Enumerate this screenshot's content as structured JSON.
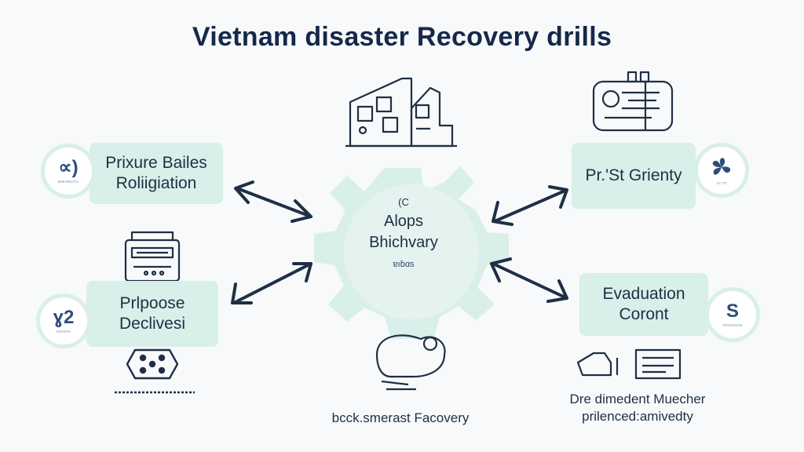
{
  "title": "Vietnam disaster Recovery drills",
  "center": {
    "small": "(C",
    "line1": "Alops",
    "line2": "Bhichvary",
    "sub": "ɐıɓɑs"
  },
  "left_top": {
    "line1": "Prixure Bailes",
    "line2": "Roliigiation",
    "badge_glyph": "∝)",
    "badge_tiny": "ʀʜɢʏʀɢɾɾɾɢ"
  },
  "left_bottom": {
    "line1": "Prlpoose",
    "line2": "Declivesi",
    "badge_glyph": "ɣ2",
    "badge_tiny": "ɢɢɢɢɾɾɢ"
  },
  "right_top": {
    "line1": "Pr.'St Grienty",
    "badge_tiny": "ɾɾɾ  ɾɾɾ"
  },
  "right_bottom": {
    "line1": "Evaduation",
    "line2": "Coront",
    "badge_glyph": "S",
    "badge_tiny": "ɾɾɾɾɢɾɢɾɢɾɢ"
  },
  "bottom_center_caption": "bcck.smerast Facovery",
  "bottom_right_caption": {
    "line1": "Dre dimedent Muecher",
    "line2": "prilenced:amivedty"
  },
  "colors": {
    "accent": "#d9efe9",
    "ink": "#1f2f45",
    "title": "#16284a"
  }
}
